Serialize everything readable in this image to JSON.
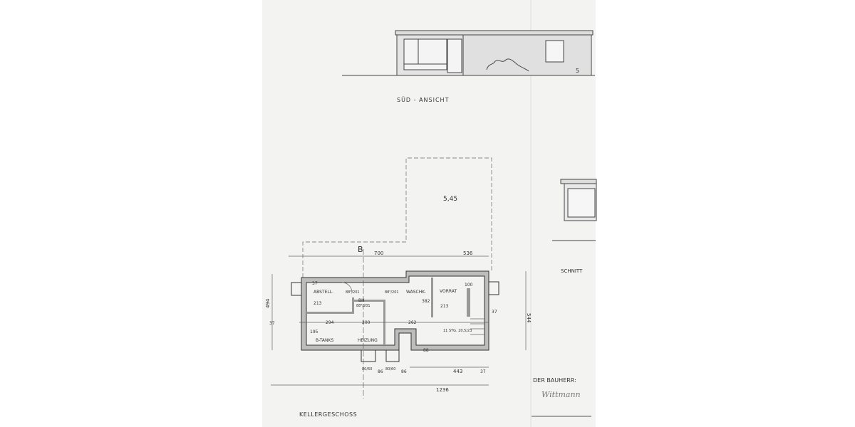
{
  "elevation": {
    "title": "SÜD - ANSICHT",
    "height_mark": "5"
  },
  "section": {
    "title": "SCHNITT"
  },
  "plan": {
    "title": "KELLERGESCHOSS",
    "section_marker": "B",
    "site_dimension": "5,45",
    "rooms": {
      "abstell": "ABSTELL.",
      "waschk": "WASCHK.",
      "vorrat": "VORRAT",
      "tanks": "B-TANKS",
      "heizung": "HEIZUNG",
      "bh": "BH",
      "treppe": "11 STG. 20,5/23"
    },
    "dimensions": {
      "top_left": "700",
      "top_right": "536",
      "left_total": "494",
      "right_total": "544",
      "bottom_total": "1236",
      "bottom_right": "443",
      "bottom_37": "37",
      "bottom_86a": "86",
      "bottom_86b": "86",
      "win_a": "80/60",
      "win_b": "80/60",
      "d294": "294",
      "d200": "200",
      "d262": "262",
      "d213a": "213",
      "d213b": "213",
      "d195": "195",
      "d382": "382",
      "d37a": "37",
      "d37b": "37",
      "d37c": "37",
      "d88": "88",
      "d100": "100",
      "door1": "88⁵/201",
      "door2": "88⁵/201",
      "door3": "88⁵/201"
    }
  },
  "owner": {
    "label": "DER BAUHERR:",
    "signature": "Wittmann"
  }
}
